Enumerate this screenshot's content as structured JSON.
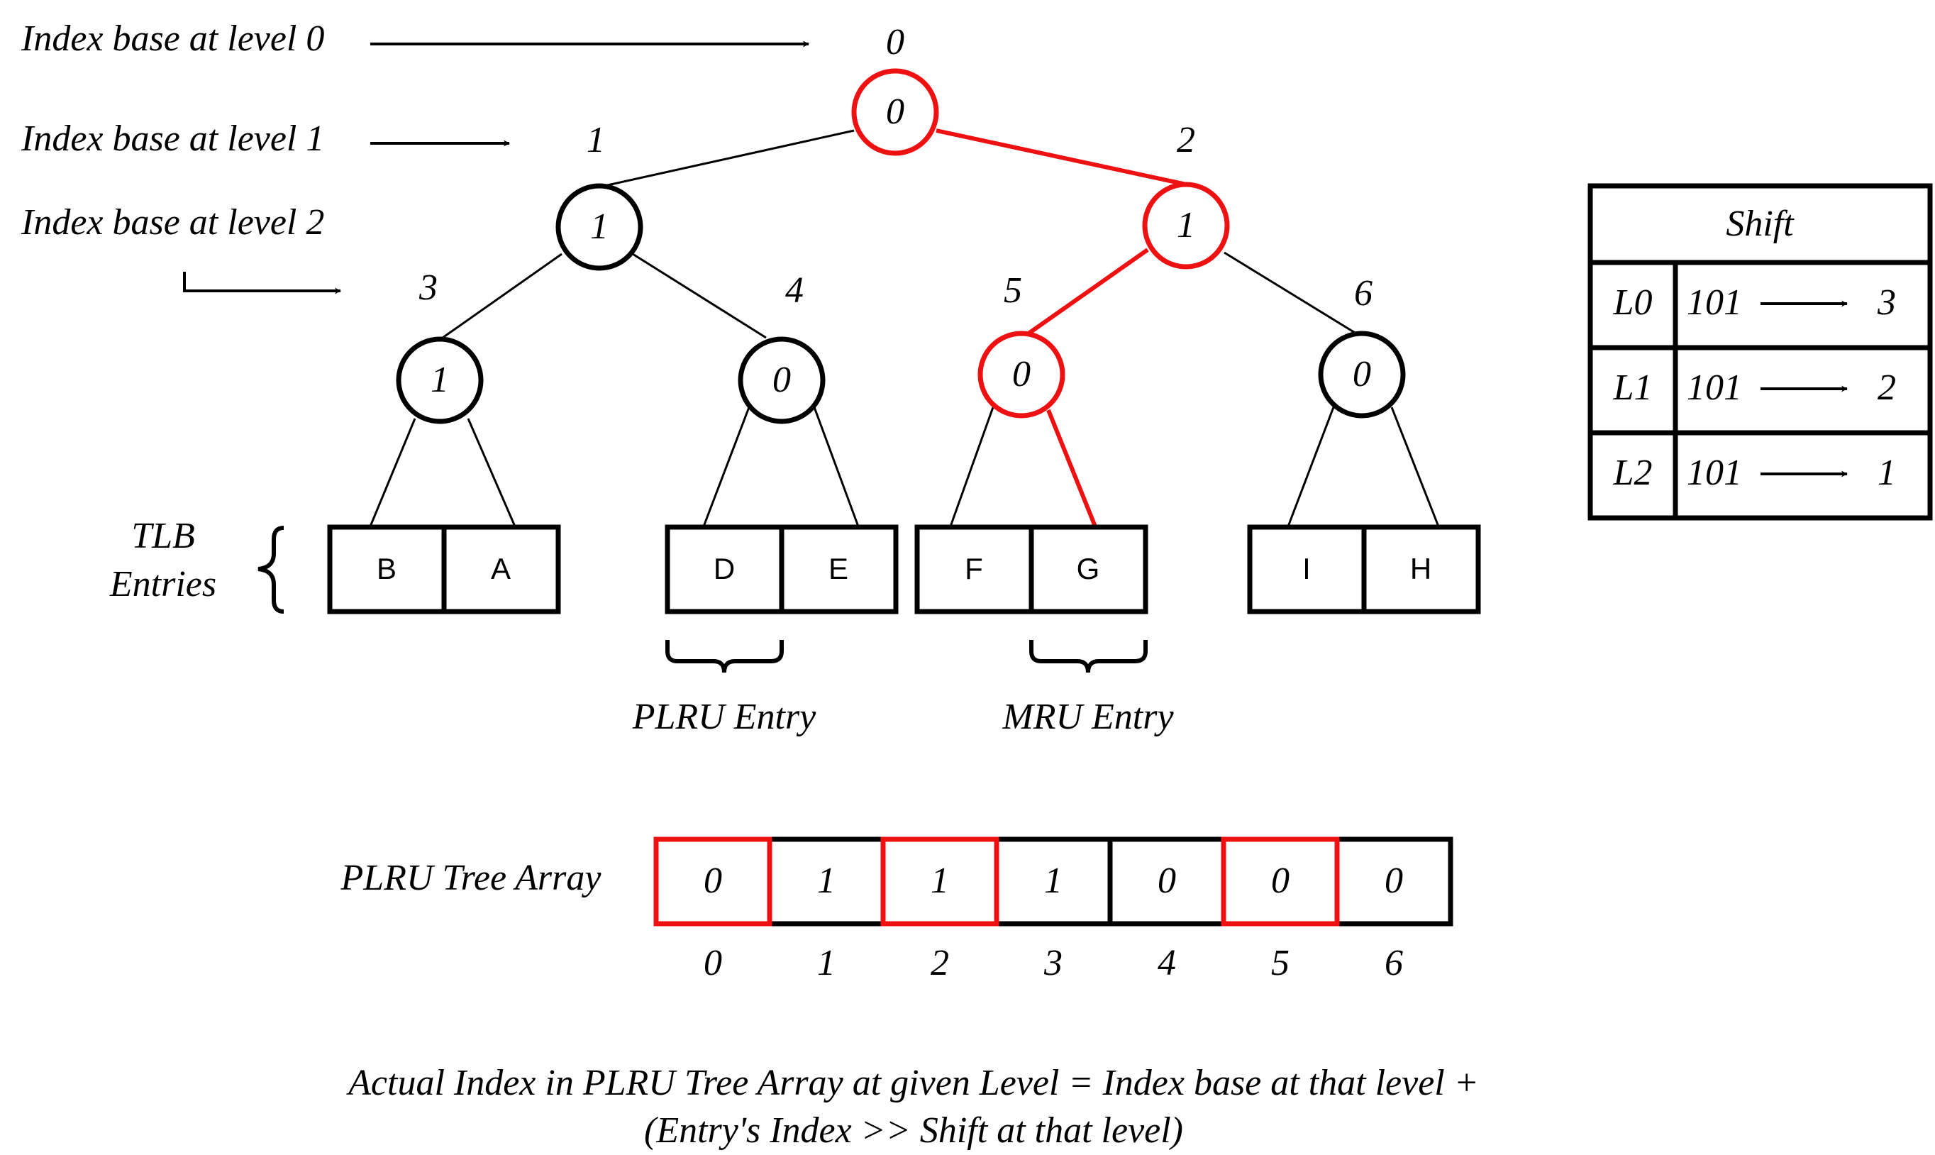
{
  "colors": {
    "highlight": "#ee1111",
    "normal": "#000000"
  },
  "level_labels": [
    "Index base at level 0",
    "Index base at level 1",
    "Index base at level 2"
  ],
  "tree": {
    "nodes": [
      {
        "id": 0,
        "index_label": "0",
        "value": "0",
        "highlighted": true
      },
      {
        "id": 1,
        "index_label": "1",
        "value": "1",
        "highlighted": false
      },
      {
        "id": 2,
        "index_label": "2",
        "value": "1",
        "highlighted": true
      },
      {
        "id": 3,
        "index_label": "3",
        "value": "1",
        "highlighted": false
      },
      {
        "id": 4,
        "index_label": "4",
        "value": "0",
        "highlighted": false
      },
      {
        "id": 5,
        "index_label": "5",
        "value": "0",
        "highlighted": true
      },
      {
        "id": 6,
        "index_label": "6",
        "value": "0",
        "highlighted": false
      }
    ],
    "highlighted_path": [
      "0-2",
      "2-5",
      "5-G"
    ]
  },
  "tlb": {
    "label_line1": "TLB",
    "label_line2": "Entries",
    "pairs": [
      [
        "B",
        "A"
      ],
      [
        "D",
        "E"
      ],
      [
        "F",
        "G"
      ],
      [
        "I",
        "H"
      ]
    ]
  },
  "annotations": {
    "plru_entry": "PLRU Entry",
    "mru_entry": "MRU Entry"
  },
  "array": {
    "label": "PLRU Tree Array",
    "values": [
      "0",
      "1",
      "1",
      "1",
      "0",
      "0",
      "0"
    ],
    "indices": [
      "0",
      "1",
      "2",
      "3",
      "4",
      "5",
      "6"
    ],
    "highlighted": [
      true,
      false,
      true,
      false,
      false,
      true,
      false
    ]
  },
  "shift_table": {
    "header": "Shift",
    "rows": [
      {
        "level": "L0",
        "bits": "101",
        "result": "3"
      },
      {
        "level": "L1",
        "bits": "101",
        "result": "2"
      },
      {
        "level": "L2",
        "bits": "101",
        "result": "1"
      }
    ]
  },
  "formula": {
    "line1": "Actual Index in PLRU Tree Array at given Level = Index base at that level +",
    "line2": "(Entry's Index >> Shift at that level)"
  }
}
